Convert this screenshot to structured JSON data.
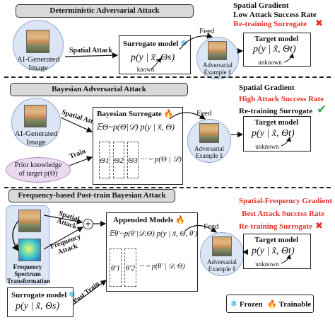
{
  "section1": {
    "title": "Deterministic Adversarial Attack",
    "input_label": "AI-Generated Image",
    "arrow_label": "Spatial Attack",
    "surrogate_title": "Surrogate model",
    "surrogate_formula": "p(y | x̃, Θs)",
    "known_label": "known",
    "feed_label": "Feed",
    "adv_label": "Adversarial Example x̃",
    "target_title": "Target model",
    "target_formula": "p(y | x̃, Θt)",
    "unknown_label": "unknown",
    "prop1": "Spatial Gradient",
    "prop2": "Low Attack Success Rate",
    "prop3": "Re-training Surrogate"
  },
  "section2": {
    "title": "Bayesian Adversarial Attack",
    "input_label": "AI-Generated Image",
    "arrow_label": "Spatial Attack",
    "train_label": "Train",
    "prior_label": "Prior knowledge of target p(Θ)",
    "surrogate_title": "Bayesian Surrogate",
    "surrogate_formula": "𝔼Θ~p(Θ|𝒟) p(y | x̃, Θ)",
    "thetas": [
      "Θ1",
      "Θ2",
      "Θ3"
    ],
    "theta_tail": "··· ~ p(Θ | 𝒟)",
    "feed_label": "Feed",
    "adv_label": "Adversarial Example x̃",
    "target_title": "Target model",
    "target_formula": "p(y | x̃, Θt)",
    "unknown_label": "unknown",
    "prop1": "Spatial Gradient",
    "prop2": "High Attack Success Rate",
    "prop3": "Re-training Surrogate"
  },
  "section3": {
    "title": "Frequency-based Post-train Bayesian Attack",
    "freq_label": "Frequency Spectrum Transformation",
    "spatial_label": "Spatial Attack",
    "frequency_label": "Frequency Attack",
    "appended_title": "Appended Models",
    "appended_formula": "𝔼θ'~p(θ'|𝒟,Θ) p(y | x̃, Θ, θ')",
    "thetas": [
      "θ'1",
      "θ'2"
    ],
    "theta_tail": "··· ~ p(θ' | 𝒟, Θ)",
    "post_train_label": "Post Train",
    "surrogate_title": "Surrogate model",
    "surrogate_formula": "p(y | x̃, Θs)",
    "feed_label": "Feed",
    "adv_label": "Adversarial Example x̃",
    "target_title": "Target model",
    "target_formula": "p(y | x̃, Θt)",
    "unknown_label": "unknown",
    "prop1": "Spatial-Frequency Gradient",
    "prop2": "Best Attack Success Rate",
    "prop3": "Re-training Surrogate"
  },
  "legend": {
    "frozen": "Frozen",
    "trainable": "Trainable"
  },
  "colors": {
    "red": "#e0302a",
    "green": "#3aa84a",
    "circle_fill": "#dbe5f3",
    "prior_fill": "#ead9ef",
    "section_header": "#d9d9d9"
  }
}
